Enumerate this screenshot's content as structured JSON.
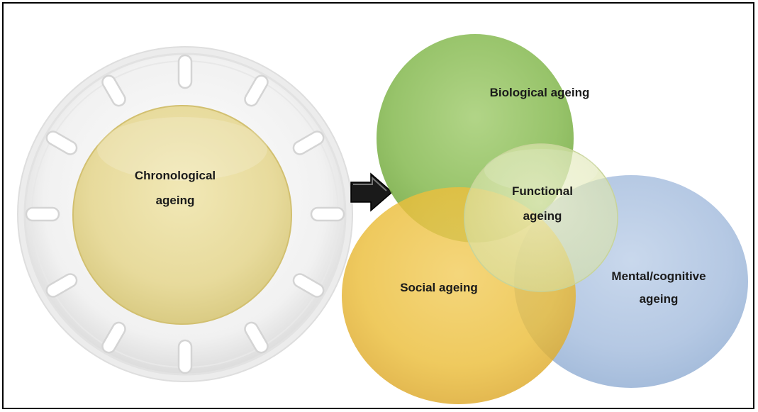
{
  "diagram": {
    "left": {
      "label_line1": "Chronological",
      "label_line2": "ageing"
    },
    "right": {
      "biological": "Biological ageing",
      "functional_line1": "Functional",
      "functional_line2": "ageing",
      "social": "Social ageing",
      "mental_line1": "Mental/cognitive",
      "mental_line2": "ageing"
    }
  }
}
